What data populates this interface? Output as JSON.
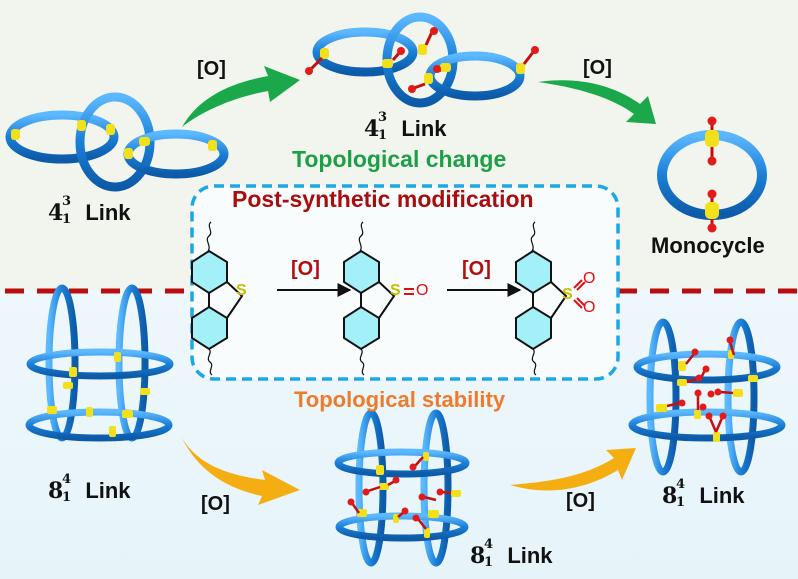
{
  "diagram": {
    "top_section": {
      "title": "Topological change",
      "left_structure": {
        "knot_base": "4",
        "knot_sup": "3",
        "knot_sub": "1",
        "word": "Link"
      },
      "middle_structure": {
        "knot_base": "4",
        "knot_sup": "3",
        "knot_sub": "1",
        "word": "Link"
      },
      "right_structure": {
        "label": "Monocycle"
      },
      "arrow1_label": "[O]",
      "arrow2_label": "[O]"
    },
    "center_box": {
      "title": "Post-synthetic modification",
      "step1_label": "[O]",
      "step2_label": "[O]",
      "molecule1": {
        "heteroatom": "S"
      },
      "molecule2": {
        "heteroatom": "S",
        "substituent": "=O"
      },
      "molecule3": {
        "heteroatom": "S",
        "substituent_top": "O",
        "substituent_bottom": "O"
      }
    },
    "bottom_section": {
      "title": "Topological stability",
      "left_structure": {
        "knot_base": "8",
        "knot_sup": "4",
        "knot_sub": "1",
        "word": "Link"
      },
      "middle_structure": {
        "knot_base": "8",
        "knot_sup": "4",
        "knot_sub": "1",
        "word": "Link"
      },
      "right_structure": {
        "knot_base": "8",
        "knot_sup": "4",
        "knot_sub": "1",
        "word": "Link"
      },
      "arrow1_label": "[O]",
      "arrow2_label": "[O]"
    },
    "colors": {
      "ring_blue": "#1a7fd6",
      "crossing_yellow": "#f2e01a",
      "oxygen_red": "#e21a1a",
      "arrow_green": "#1aa84a",
      "arrow_orange": "#f5ae12",
      "divider_red": "#b80d0d",
      "box_border_blue": "#1ba8e4",
      "ring_fill_cyan": "#a4f0f8"
    }
  }
}
